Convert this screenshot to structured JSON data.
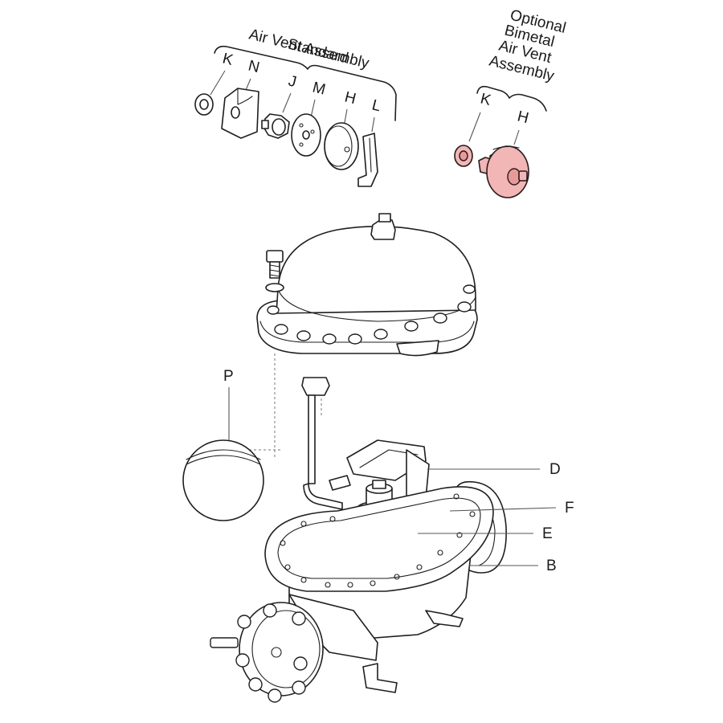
{
  "standard_assembly": {
    "title_line1": "Standard",
    "title_line2": "Air Vent Assembly",
    "parts": [
      "K",
      "N",
      "J",
      "M",
      "H",
      "L"
    ]
  },
  "optional_assembly": {
    "title_line1": "Optional",
    "title_line2": "Bimetal",
    "title_line3": "Air Vent",
    "title_line4": "Assembly",
    "parts": [
      "K",
      "H"
    ],
    "highlight_color": "#f2b6b6"
  },
  "callouts": {
    "p": "P",
    "d": "D",
    "f": "F",
    "e": "E",
    "b": "B"
  }
}
